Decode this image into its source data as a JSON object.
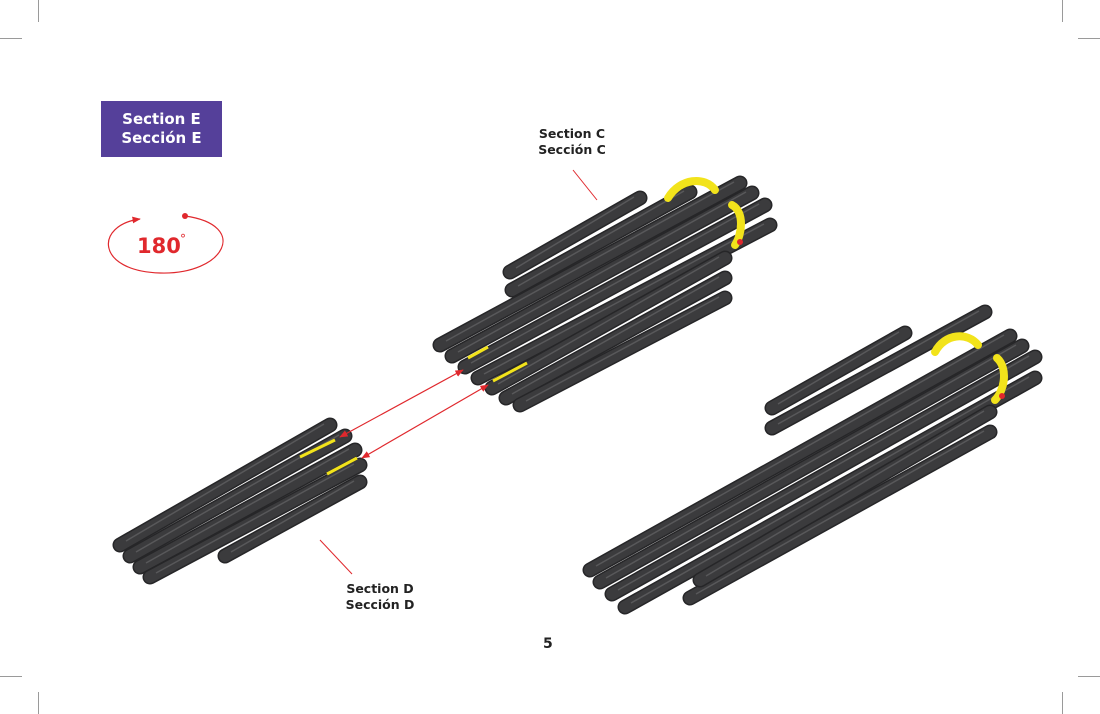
{
  "section_title": {
    "en": "Section E",
    "es": "Sección E"
  },
  "rotation": {
    "value": "180",
    "unit": "°"
  },
  "labels": {
    "section_c": {
      "en": "Section C",
      "es": "Sección C"
    },
    "section_d": {
      "en": "Section D",
      "es": "Sección D"
    }
  },
  "page_number": "5",
  "colors": {
    "section_box": "#55409a",
    "arrow": "#e0282d",
    "part": "#3b3b3d",
    "highlight": "#f2e31b"
  }
}
